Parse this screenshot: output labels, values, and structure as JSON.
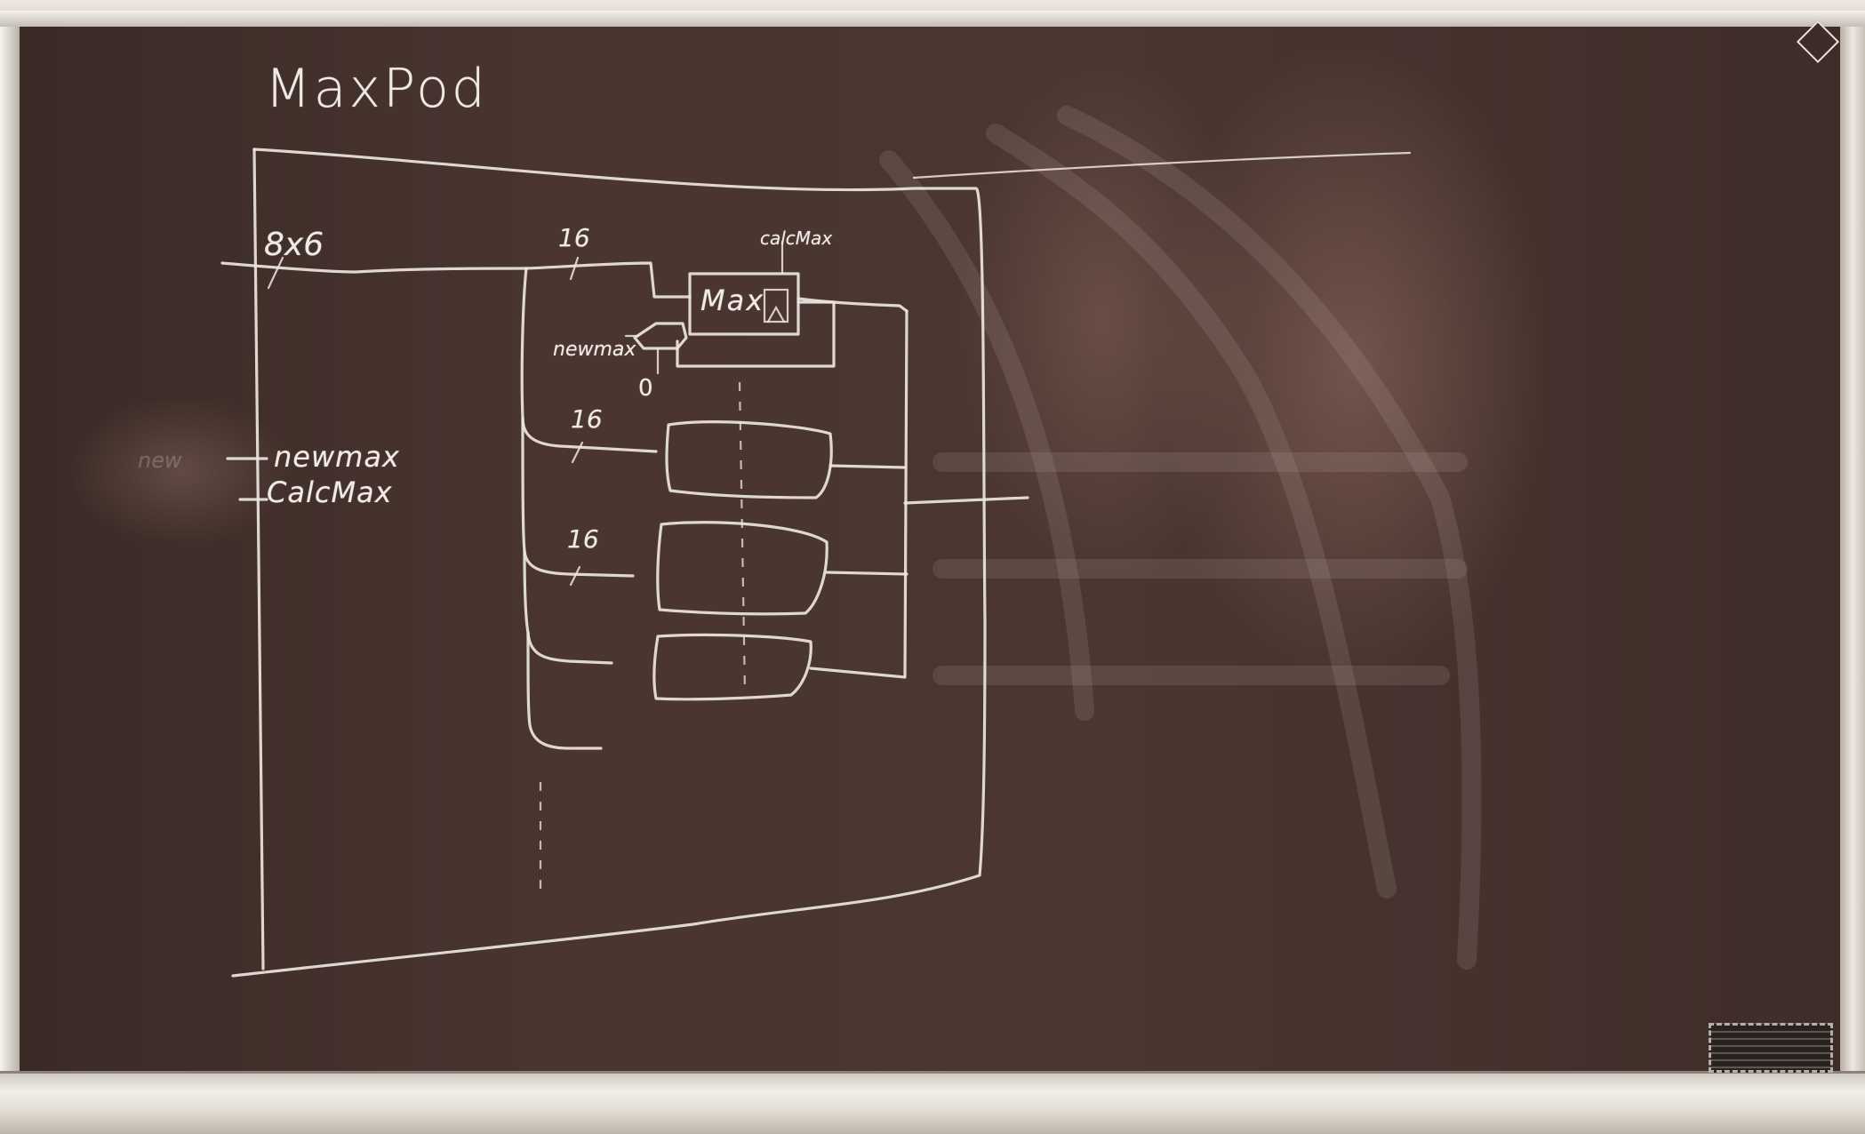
{
  "board": {
    "title": "MaxPod",
    "input_dims": "8x6",
    "wire_width_1": "16",
    "wire_width_2": "16",
    "wire_width_3": "16",
    "calc_label": "calcMax",
    "max_label": "Max",
    "newmax_small": "newmax",
    "zero": "0",
    "port_newmax": "newmax",
    "port_calcmax": "CalcMax",
    "ghost_text": "new"
  },
  "colors": {
    "chalk": "#ece6df",
    "board": "#4a3530",
    "frame": "#d8d1c8"
  }
}
